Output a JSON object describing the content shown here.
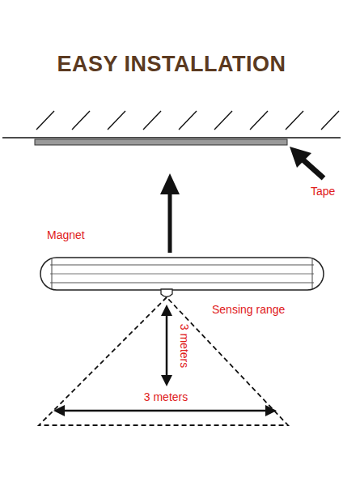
{
  "diagram": {
    "title": "EASY INSTALLATION",
    "labels": [
      "Tape",
      "Magnet",
      "Sensing range",
      "3 meters",
      "3 meters"
    ]
  }
}
